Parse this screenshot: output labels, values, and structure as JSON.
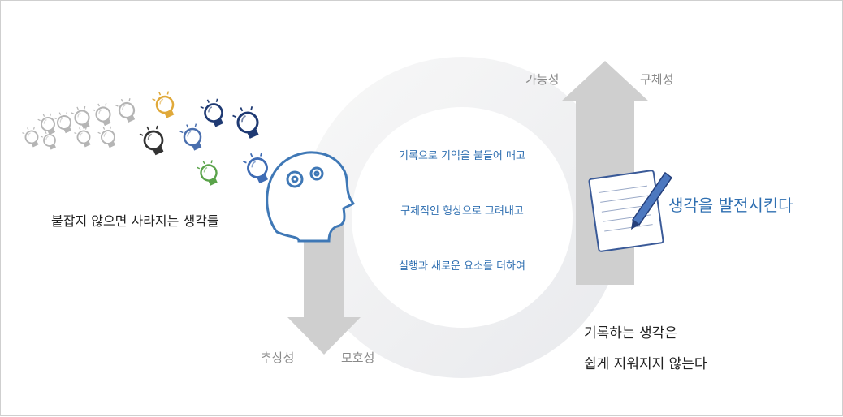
{
  "left_caption": "붙잡지 않으면 사라지는 생각들",
  "center_items": [
    "기록으로 기억을 붙들어 매고",
    "구체적인 형상으로 그려내고",
    "실행과 새로운 요소를 더하여"
  ],
  "up_arrow_labels": {
    "left": "가능성",
    "right": "구체성"
  },
  "down_arrow_labels": {
    "left": "추상성",
    "right": "모호성"
  },
  "right_title": "생각을 발전시킨다",
  "bottom_right_lines": [
    "기록하는 생각은",
    "쉽게 지워지지 않는다"
  ],
  "colors": {
    "blue": "#2f6fb1",
    "navy": "#1f3a73",
    "gold": "#e0a93a",
    "green": "#5aa34a",
    "gray": "#b5b5b5",
    "arrow": "#cfcfcf"
  },
  "icons": [
    "lightbulb-icon",
    "head-gears-icon",
    "notepad-pencil-icon"
  ]
}
